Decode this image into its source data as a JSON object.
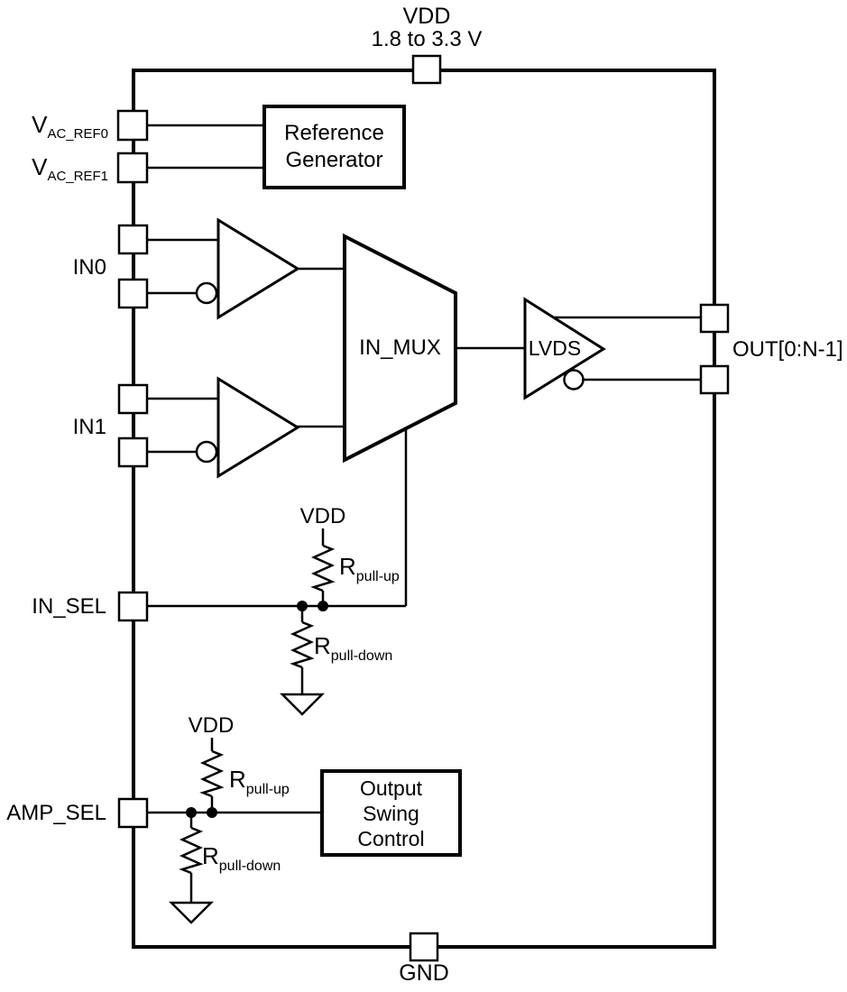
{
  "diagram": {
    "power": {
      "vdd_label": "VDD",
      "vdd_range": "1.8 to 3.3 V",
      "gnd_label": "GND"
    },
    "pins": {
      "vac_ref0": {
        "main": "V",
        "sub": "AC_REF0"
      },
      "vac_ref1": {
        "main": "V",
        "sub": "AC_REF1"
      },
      "in0": "IN0",
      "in1": "IN1",
      "in_sel": "IN_SEL",
      "amp_sel": "AMP_SEL",
      "out": "OUT[0:N-1]"
    },
    "blocks": {
      "reference_generator": "Reference\nGenerator",
      "in_mux": "IN_MUX",
      "lvds": "LVDS",
      "output_swing_control": "Output\nSwing\nControl"
    },
    "in_sel_network": {
      "vdd": "VDD",
      "pullup": {
        "main": "R",
        "sub": "pull-up"
      },
      "pulldown": {
        "main": "R",
        "sub": "pull-down"
      }
    },
    "amp_sel_network": {
      "vdd": "VDD",
      "pullup": {
        "main": "R",
        "sub": "pull-up"
      },
      "pulldown": {
        "main": "R",
        "sub": "pull-down"
      }
    },
    "colors": {
      "line": "#000000",
      "background": "#ffffff"
    }
  }
}
